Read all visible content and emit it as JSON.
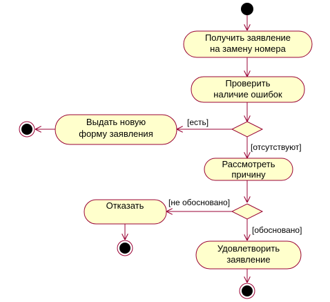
{
  "diagram": {
    "actions": {
      "get_application": [
        "Получить заявление",
        "на замену номера"
      ],
      "check_errors": [
        "Проверить",
        "наличие ошибок"
      ],
      "issue_new_form": [
        "Выдать новую",
        "форму заявления"
      ],
      "review_reason": [
        "Рассмотреть",
        "причину"
      ],
      "reject": [
        "Отказать"
      ],
      "satisfy": [
        "Удовлетворить",
        "заявление"
      ]
    },
    "guards": {
      "errors_present": "[есть]",
      "errors_absent": "[отсутствуют]",
      "not_justified": "[не обосновано]",
      "justified": "[обосновано]"
    },
    "colors": {
      "action_fill": "#ffffcc",
      "action_stroke": "#990033",
      "flow": "#990033",
      "node_fill": "#000000"
    }
  }
}
